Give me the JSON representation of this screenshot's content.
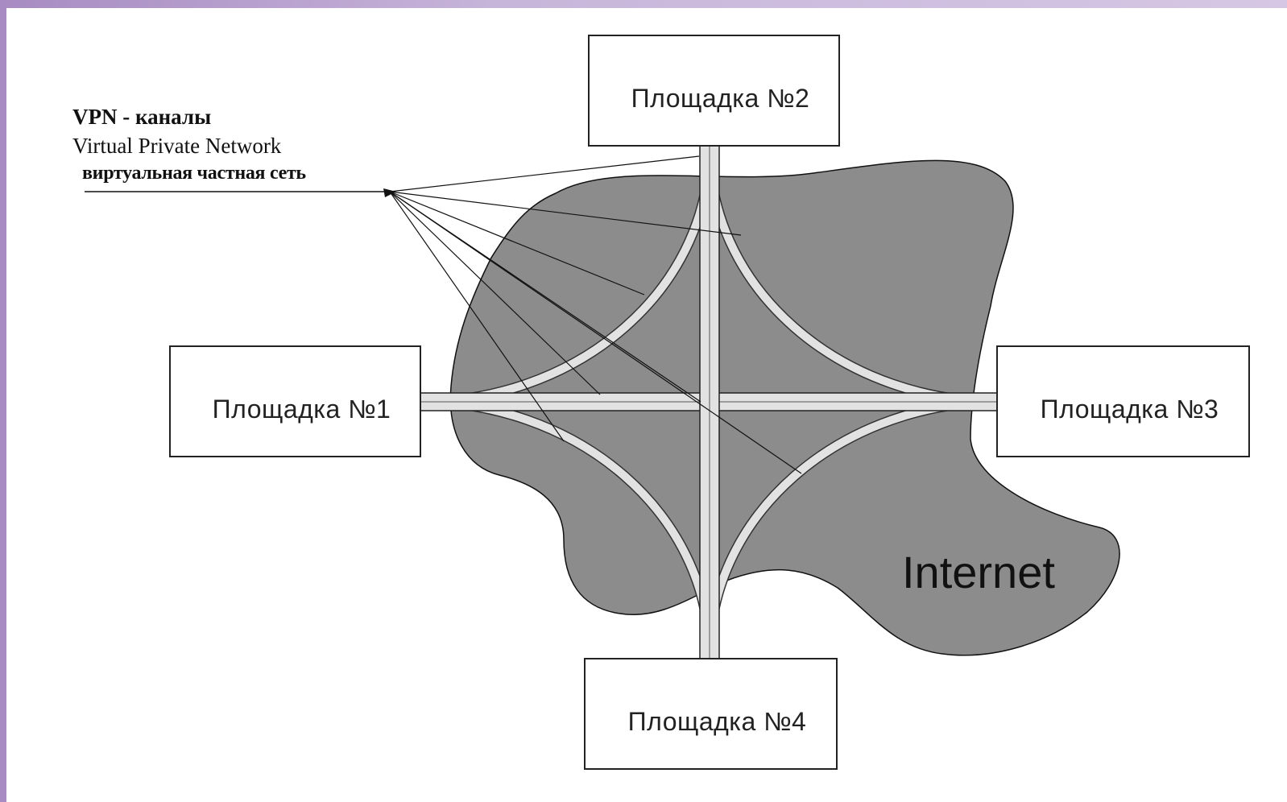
{
  "legend": {
    "title": "VPN - каналы",
    "subtitle": "Virtual Private Network",
    "subtitle_ru": "виртуальная частная сеть"
  },
  "network": {
    "label": "Internet"
  },
  "sites": {
    "site1": "Площадка №1",
    "site2": "Площадка №2",
    "site3": "Площадка №3",
    "site4": "Площадка №4"
  },
  "colors": {
    "cloud": "#8c8c8c",
    "channel": "#e2e2e2",
    "frame": "#b59ccb"
  }
}
